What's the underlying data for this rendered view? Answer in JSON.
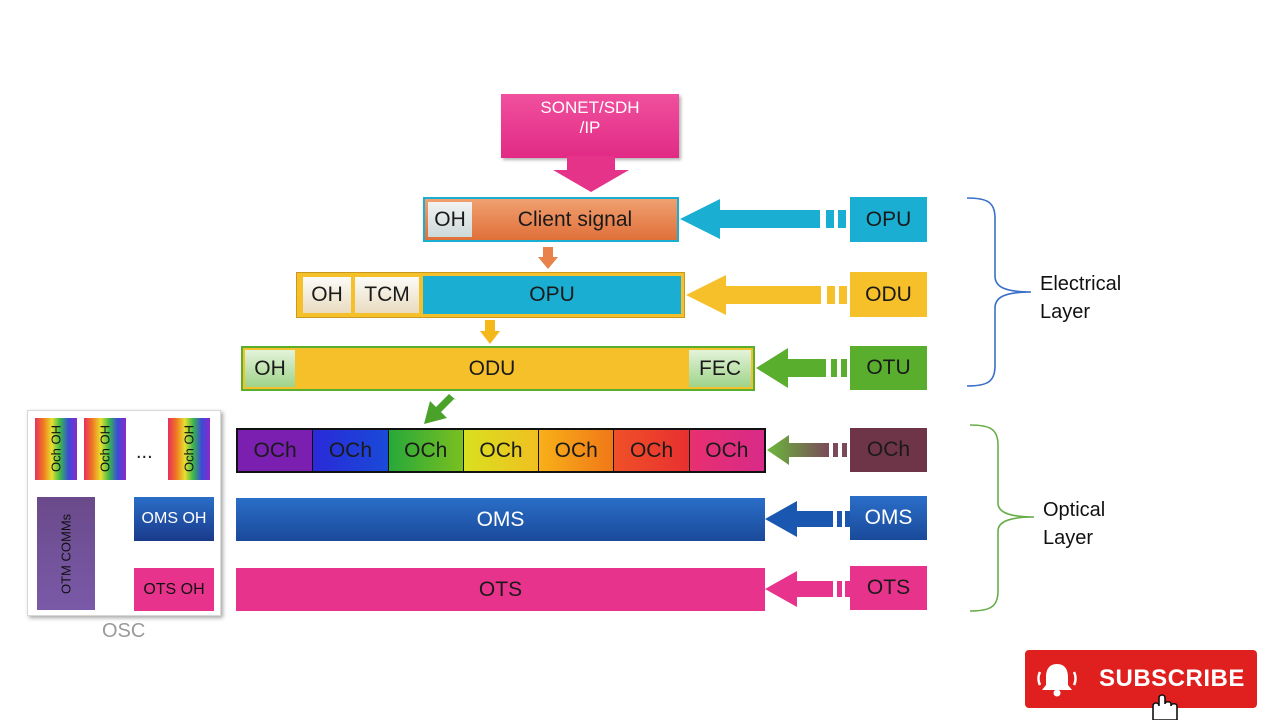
{
  "top_box": {
    "line1": "SONET/SDH",
    "line2": "/IP"
  },
  "rows": {
    "client": {
      "oh": "OH",
      "main": "Client signal",
      "side": "OPU"
    },
    "opu": {
      "oh": "OH",
      "tcm": "TCM",
      "main": "OPU",
      "side": "ODU"
    },
    "odu": {
      "oh": "OH",
      "main": "ODU",
      "fec": "FEC",
      "side": "OTU"
    },
    "och": {
      "cells": [
        "OCh",
        "OCh",
        "OCh",
        "OCh",
        "OCh",
        "OCh",
        "OCh"
      ],
      "side": "OCh"
    },
    "oms": {
      "main": "OMS",
      "side": "OMS"
    },
    "ots": {
      "main": "OTS",
      "side": "OTS"
    }
  },
  "brackets": {
    "electrical": {
      "line1": "Electrical",
      "line2": "Layer"
    },
    "optical": {
      "line1": "Optical",
      "line2": "Layer"
    }
  },
  "osc": {
    "och_oh_labels": [
      "Och OH",
      "Och OH",
      "Och OH"
    ],
    "ellipsis": "...",
    "otm_comms": "OTM COMMs",
    "oms_oh": "OMS OH",
    "ots_oh": "OTS OH",
    "caption": "OSC"
  },
  "subscribe": {
    "label": "SUBSCRIBE",
    "icon": "bell-icon"
  },
  "colors": {
    "pink": "#e8338c",
    "cyan": "#1aaed2",
    "orange": "#e8824a",
    "yellow": "#f5c02a",
    "green": "#5aae2e",
    "blue": "#1a57b0",
    "maroon": "#6e3448",
    "red": "#e01f1f"
  }
}
